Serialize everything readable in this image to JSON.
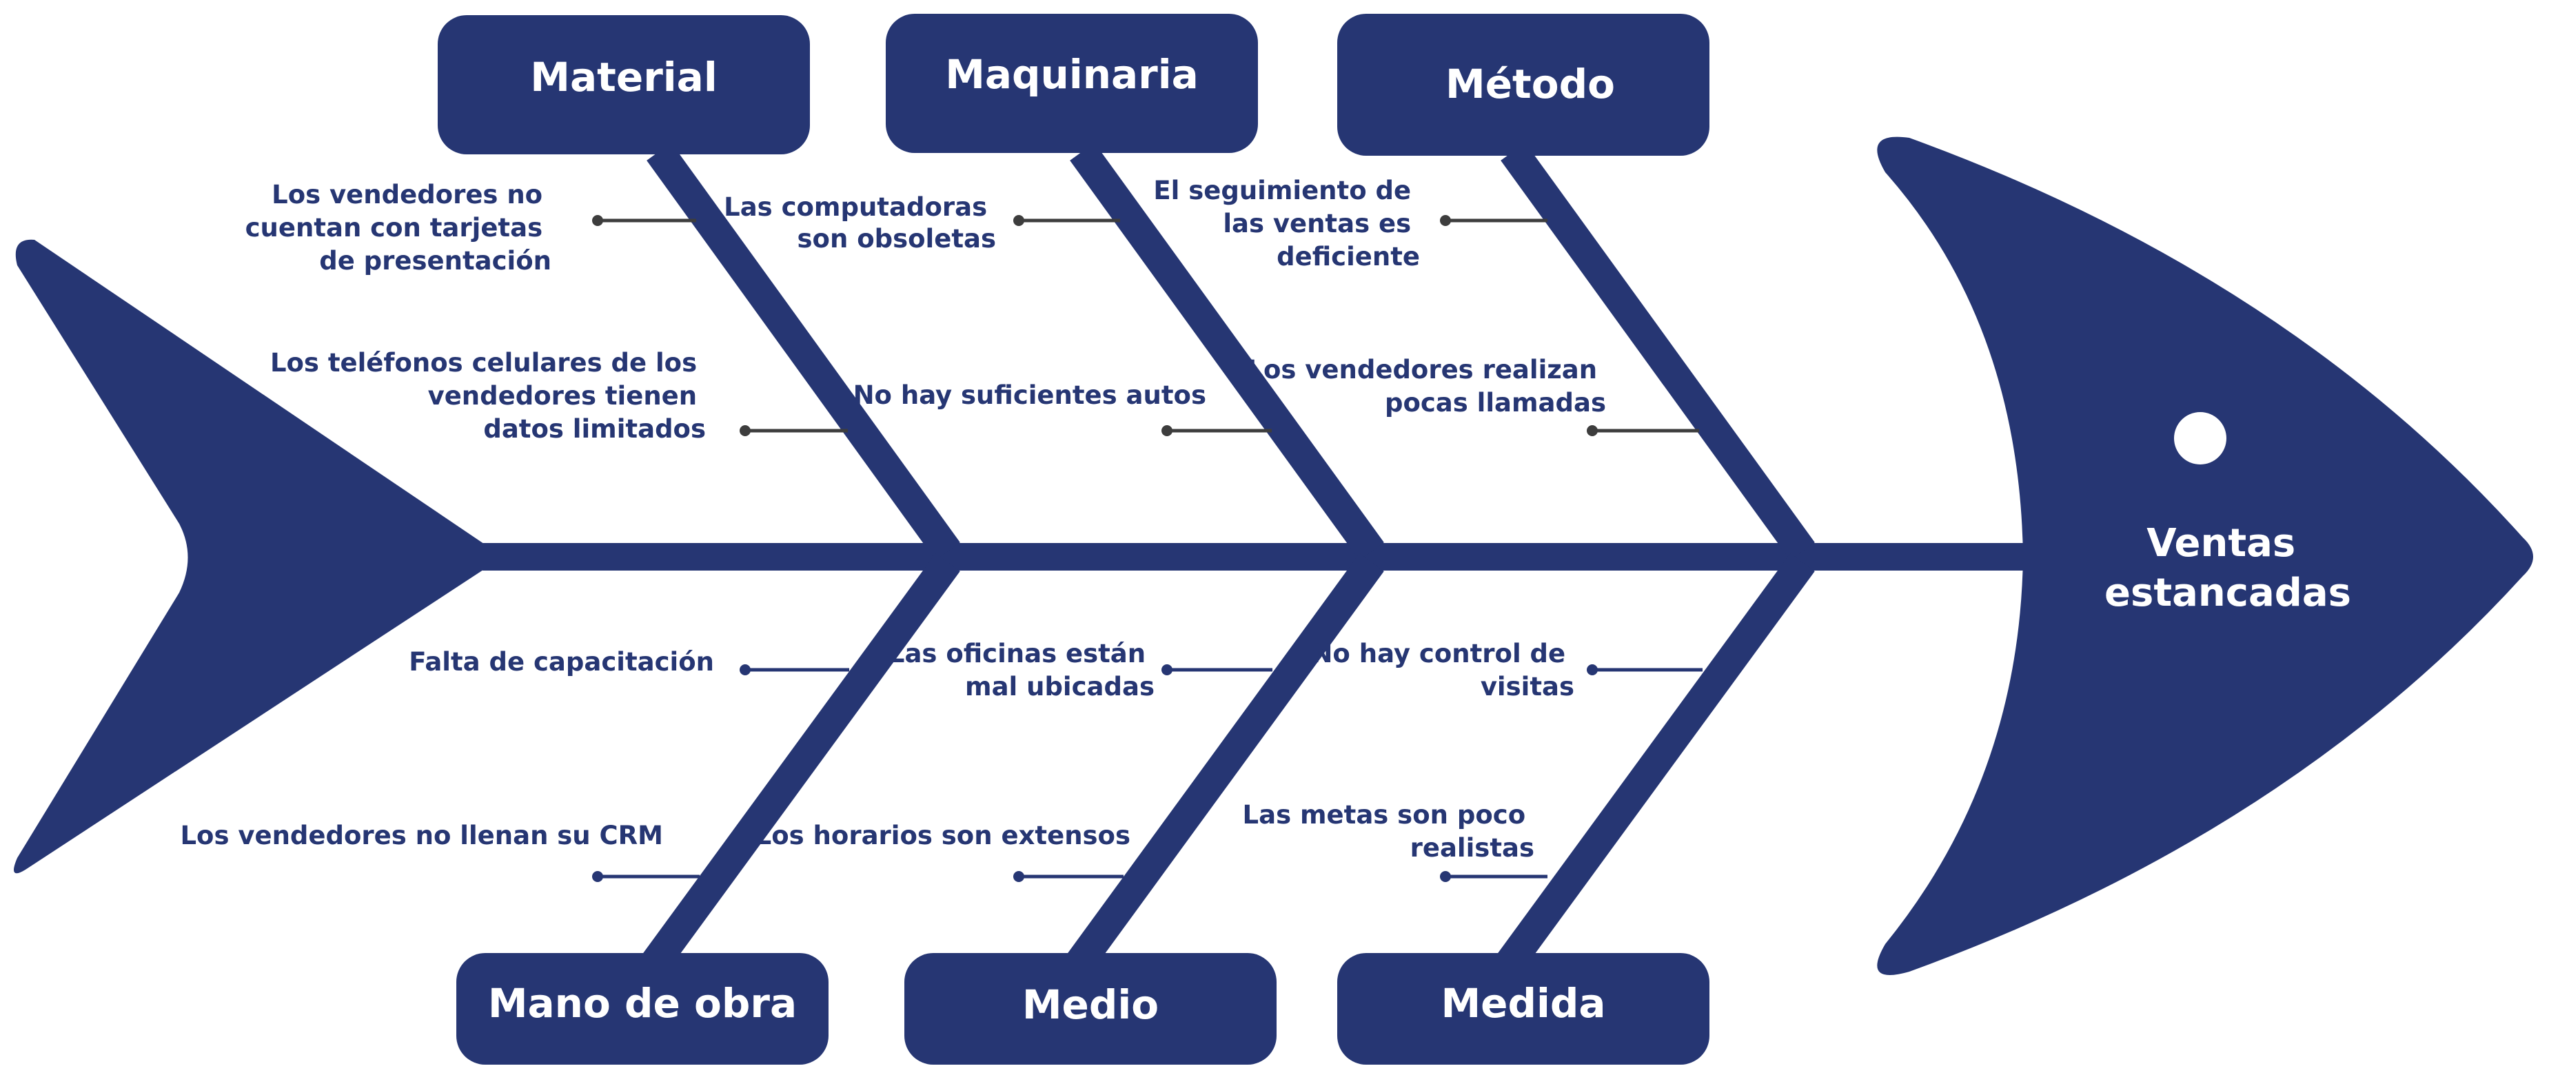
{
  "effect": {
    "lines": [
      "Ventas",
      "estancadas"
    ]
  },
  "colors": {
    "primary": "#263673",
    "connector": "#3d3d3d",
    "bottom_connector": "#263673",
    "background": "#ffffff"
  },
  "categories": {
    "material": "Material",
    "maquinaria": "Maquinaria",
    "metodo": "Método",
    "mano_de_obra": "Mano de obra",
    "medio": "Medio",
    "medida": "Medida"
  },
  "causes": {
    "material": [
      [
        "Los vendedores no",
        "cuentan con tarjetas",
        "de presentación"
      ],
      [
        "Los teléfonos celulares de los",
        "vendedores tienen",
        "datos limitados"
      ]
    ],
    "maquinaria": [
      [
        "Las computadoras",
        "son  obsoletas"
      ],
      [
        "No hay suficientes autos"
      ]
    ],
    "metodo": [
      [
        "El seguimiento de",
        "las ventas es",
        "deficiente"
      ],
      [
        "Los vendedores realizan",
        "pocas llamadas"
      ]
    ],
    "mano_de_obra": [
      [
        "Falta de capacitación"
      ],
      [
        "Los vendedores no llenan su CRM"
      ]
    ],
    "medio": [
      [
        "Las oficinas están",
        "mal ubicadas"
      ],
      [
        "Los horarios son extensos"
      ]
    ],
    "medida": [
      [
        "No hay control de",
        "visitas"
      ],
      [
        "Las metas son poco",
        "realistas"
      ]
    ]
  }
}
